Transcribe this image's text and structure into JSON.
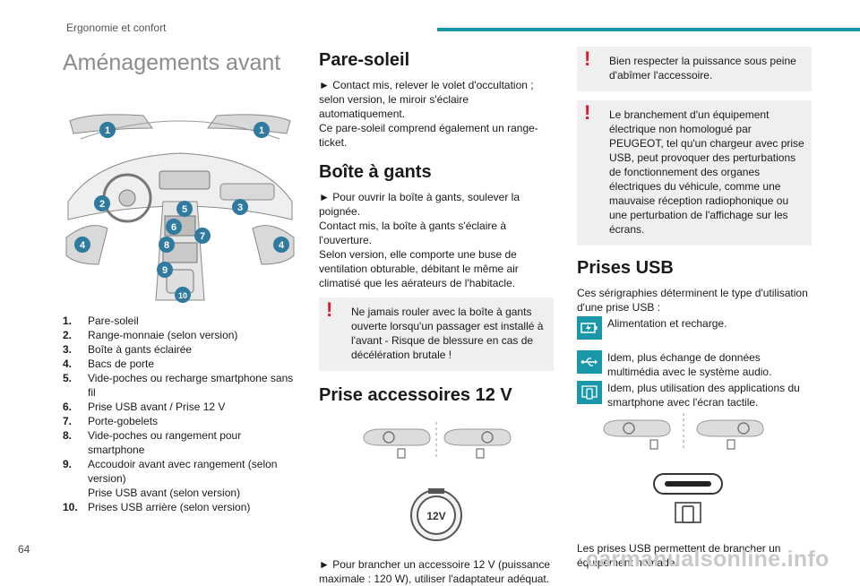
{
  "header": {
    "section": "Ergonomie et confort"
  },
  "footer": {
    "page_number": "64",
    "watermark": "carmanualsonline.info"
  },
  "col1": {
    "title": "Aménagements avant",
    "callouts": [
      "1",
      "1",
      "2",
      "5",
      "3",
      "6",
      "7",
      "8",
      "4",
      "4",
      "9",
      "10"
    ],
    "items": [
      {
        "num": "1.",
        "text": "Pare-soleil"
      },
      {
        "num": "2.",
        "text": "Range-monnaie (selon version)"
      },
      {
        "num": "3.",
        "text": "Boîte à gants éclairée"
      },
      {
        "num": "4.",
        "text": "Bacs de porte"
      },
      {
        "num": "5.",
        "text": "Vide-poches ou recharge smartphone sans fil"
      },
      {
        "num": "6.",
        "text": "Prise USB avant / Prise 12 V"
      },
      {
        "num": "7.",
        "text": "Porte-gobelets"
      },
      {
        "num": "8.",
        "text": "Vide-poches ou rangement pour smartphone"
      },
      {
        "num": "9.",
        "text": "Accoudoir avant avec rangement (selon version)"
      },
      {
        "num": "",
        "text": "Prise USB avant (selon version)"
      },
      {
        "num": "10.",
        "text": "Prises USB arrière (selon version)"
      }
    ]
  },
  "col2": {
    "pare_soleil": {
      "title": "Pare-soleil",
      "p1": "► Contact mis, relever le volet d'occultation ; selon version, le miroir s'éclaire automatiquement.",
      "p2": "Ce pare-soleil comprend également un range-ticket."
    },
    "boite": {
      "title": "Boîte à gants",
      "p1": "► Pour ouvrir la boîte à gants, soulever la poignée.",
      "p2": "Contact mis, la boîte à gants s'éclaire à l'ouverture.",
      "p3": "Selon version, elle comporte une buse de ventilation obturable, débitant le même air climatisé que les aérateurs de l'habitacle.",
      "warning": "Ne jamais rouler avec la boîte à gants ouverte lorsqu'un passager est installé à l'avant - Risque de blessure en cas de décélération brutale !"
    },
    "prise12": {
      "title": "Prise accessoires 12 V",
      "socket_label": "12V",
      "p1": "► Pour brancher un accessoire 12 V (puissance maximale : 120 W), utiliser l'adaptateur adéquat."
    }
  },
  "col3": {
    "warning1": "Bien respecter la puissance sous peine d'abîmer l'accessoire.",
    "warning2": "Le branchement d'un équipement électrique non homologué par PEUGEOT, tel qu'un chargeur avec prise USB, peut provoquer des perturbations de fonctionnement des organes électriques du véhicule, comme une mauvaise réception radiophonique ou une perturbation de l'affichage sur les écrans.",
    "usb": {
      "title": "Prises USB",
      "intro": "Ces sérigraphies déterminent le type d'utilisation d'une prise USB :",
      "types": [
        {
          "icon": "battery-charge-icon",
          "text": "Alimentation et recharge."
        },
        {
          "icon": "usb-symbol-icon",
          "text": "Idem, plus échange de données multimédia avec le système audio."
        },
        {
          "icon": "smartphone-mirror-icon",
          "text": "Idem, plus utilisation des applications du smartphone avec l'écran tactile."
        }
      ],
      "outro": "Les prises USB permettent de brancher un équipement nomade."
    }
  },
  "colors": {
    "accent": "#1a97a8",
    "warning": "#d31b2d",
    "callout": "#2f7a9e"
  }
}
